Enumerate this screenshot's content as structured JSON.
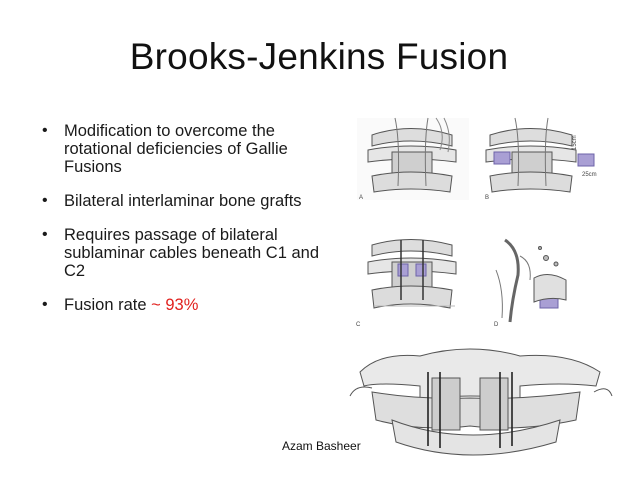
{
  "slide": {
    "title": "Brooks-Jenkins Fusion",
    "bullets": [
      {
        "text": "Modification to overcome the rotational deficiencies of Gallie Fusions"
      },
      {
        "text": "Bilateral interlaminar bone grafts"
      },
      {
        "text": "Requires passage of bilateral sublaminar cables beneath C1 and C2"
      },
      {
        "prefix": "Fusion rate ",
        "highlight": "~ 93%"
      }
    ],
    "footer": "Azam Basheer",
    "accent_color": "#e1201d"
  },
  "figures": {
    "panel_a": {
      "letter": "A"
    },
    "panel_b": {
      "letter": "B",
      "labels": [
        "15cm",
        "25cm"
      ]
    },
    "panel_c": {
      "letter": "C"
    },
    "panel_d": {
      "letter": "D"
    }
  }
}
